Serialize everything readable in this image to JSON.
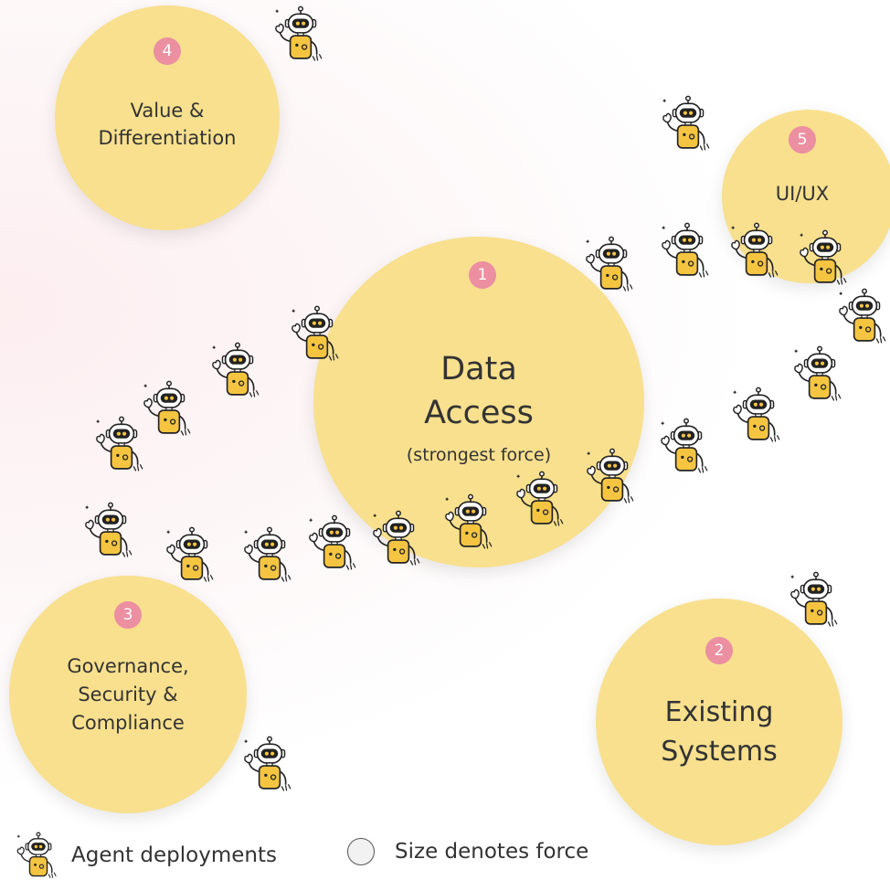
{
  "forces": {
    "data_access": {
      "number": "1",
      "title_line1": "Data",
      "title_line2": "Access",
      "subtitle": "(strongest force)"
    },
    "existing_systems": {
      "number": "2",
      "title_line1": "Existing",
      "title_line2": "Systems"
    },
    "governance": {
      "number": "3",
      "title_line1": "Governance,",
      "title_line2": "Security &",
      "title_line3": "Compliance"
    },
    "value": {
      "number": "4",
      "title_line1": "Value &",
      "title_line2": "Differentiation"
    },
    "uiux": {
      "number": "5",
      "title": "UI/UX"
    }
  },
  "legend": {
    "agents_label": "Agent deployments",
    "size_label": "Size denotes force"
  },
  "icons": {
    "agent": "robot-agent-icon",
    "size": "circle-outline-icon"
  },
  "colors": {
    "circle_fill": "#f8e08e",
    "badge_fill": "#ec8fa1",
    "robot_body": "#f5c542"
  }
}
